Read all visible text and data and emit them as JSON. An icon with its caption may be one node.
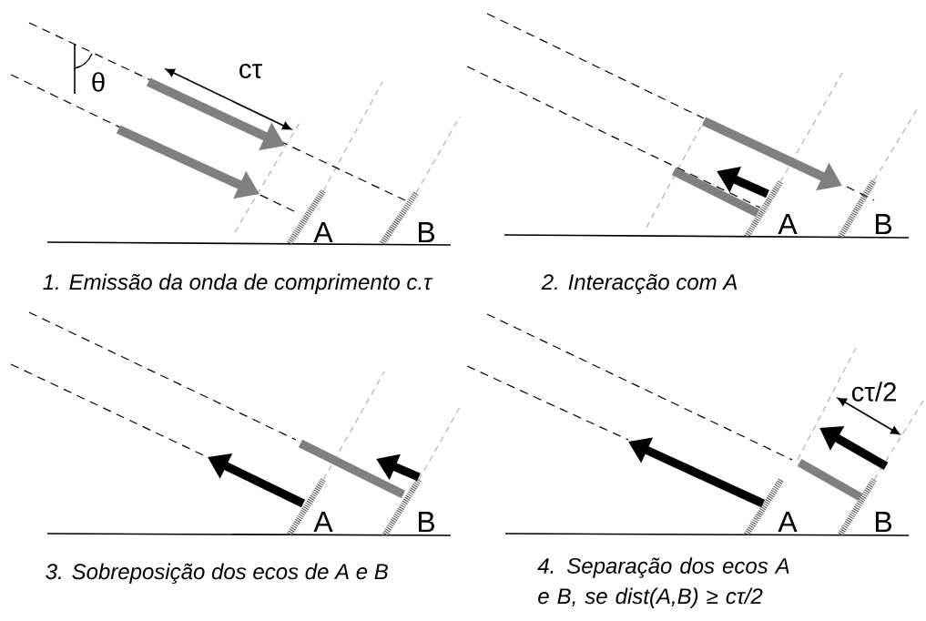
{
  "diagram": {
    "labels": [
      "θ",
      "cτ",
      "A",
      "B",
      "A",
      "B",
      "1. Emissão da onda de comprimento c.τ",
      "2. Interacção com A",
      "cτ/2",
      "A",
      "B",
      "A",
      "B",
      "3. Sobreposição dos ecos de A e B",
      "4. Separação dos ecos A e B, se dist(A,B) ≥ cτ/2"
    ]
  }
}
